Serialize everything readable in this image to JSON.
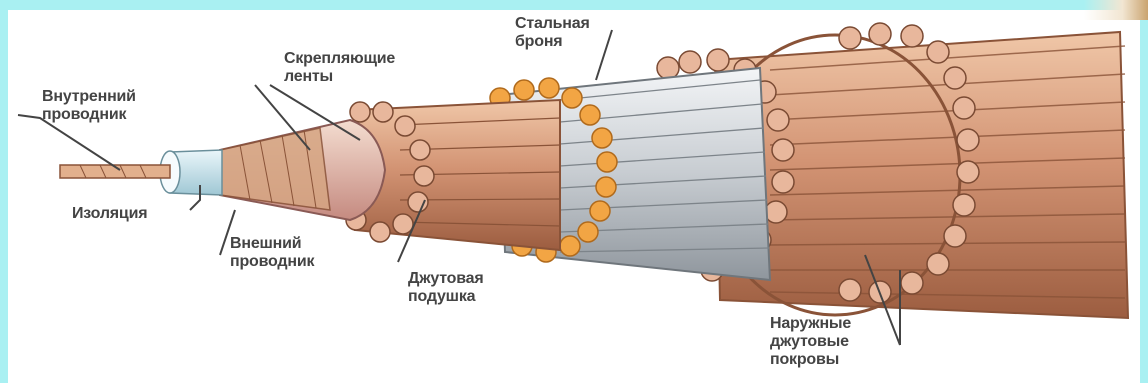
{
  "diagram": {
    "labels": {
      "inner_conductor": "Внутренний\nпроводник",
      "insulation": "Изоляция",
      "binding_tapes": "Скрепляющие\nленты",
      "steel_armor": "Стальная\nброня",
      "outer_conductor": "Внешний\nпроводник",
      "jute_cushion": "Джутовая\nподушка",
      "outer_jute_covers": "Наружные\nджутовые\nпокровы"
    },
    "colors": {
      "background": "#a9f0f2",
      "copper": "#c98868",
      "copper_light": "#e6b89a",
      "steel": "#c8cdd2",
      "insulation": "#cfe8ef",
      "jute_ends": "#f0a23a",
      "text": "#444444"
    }
  }
}
